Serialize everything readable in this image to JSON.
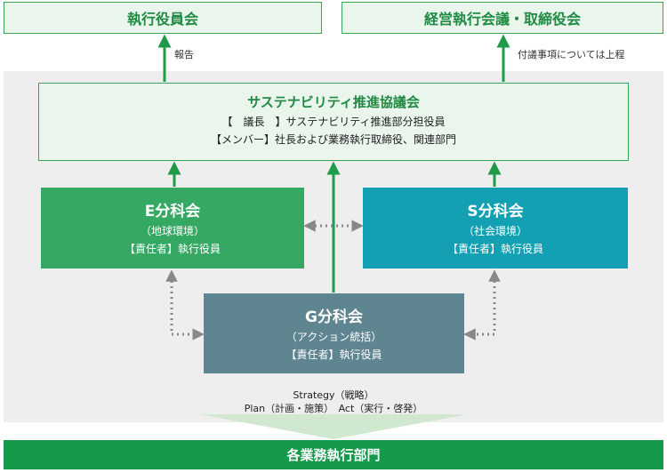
{
  "top_left_box": "執行役員会",
  "top_right_box": "経営執行会議・取締役会",
  "note_left": "報告",
  "note_right": "付議事項については上程",
  "council": {
    "title": "サステナビリティ推進協議会",
    "chair_line": "【　議長　】サステナビリティ推進部分担役員",
    "member_line": "【メンバー】社長および業務執行取締役、関連部門"
  },
  "e_sub": {
    "name": "E分科会",
    "scope": "（地球環境）",
    "lead": "【責任者】執行役員"
  },
  "s_sub": {
    "name": "S分科会",
    "scope": "（社会環境）",
    "lead": "【責任者】執行役員"
  },
  "g_sub": {
    "name": "G分科会",
    "scope": "（アクション統括）",
    "lead": "【責任者】執行役員"
  },
  "strategy_line1": "Strategy（戦略）",
  "strategy_line2": "Plan（計画・施策）　Act（実行・啓発）",
  "bottom_bar": "各業務執行部門",
  "colors": {
    "green_arrow": "#1f9a4a",
    "dotted_arrow": "#888888",
    "e_fill": "#35a963",
    "s_fill": "#13a0b3",
    "g_fill": "#5f8591"
  }
}
